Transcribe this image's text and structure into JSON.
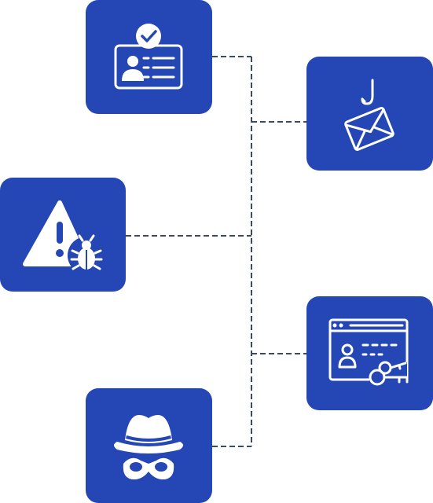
{
  "diagram": {
    "accent_color": "#2546b5",
    "connector_color": "#3b4a63",
    "nodes": [
      {
        "id": "identity",
        "icon": "verified-id-card-icon"
      },
      {
        "id": "phishing",
        "icon": "phishing-email-hook-icon"
      },
      {
        "id": "malware",
        "icon": "warning-bug-icon"
      },
      {
        "id": "credentials",
        "icon": "login-page-keys-icon"
      },
      {
        "id": "anonymous",
        "icon": "incognito-spy-icon"
      }
    ]
  }
}
